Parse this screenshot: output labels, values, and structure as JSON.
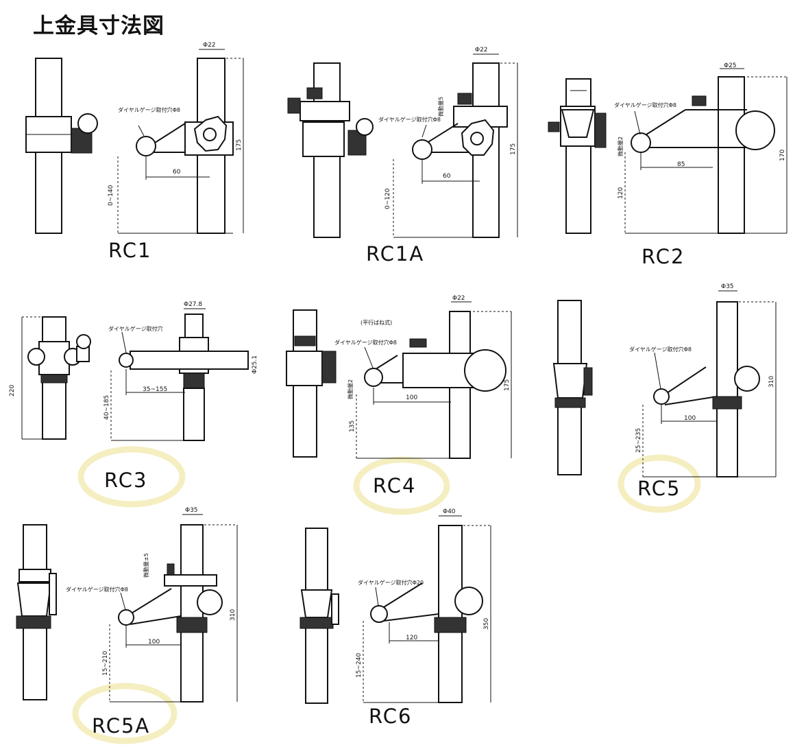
{
  "title": "上金具寸法図",
  "colors": {
    "line": "#111111",
    "highlight": "#f3eab0",
    "paper": "#ffffff"
  },
  "panels": {
    "rc1": {
      "model": "RC1",
      "dia": "Φ22",
      "note": "ダイヤルゲージ取付穴Φ8",
      "d_h": "60",
      "d_v": "0~140",
      "d_total": "175"
    },
    "rc1a": {
      "model": "RC1A",
      "dia": "Φ22",
      "note": "ダイヤルゲージ取付穴Φ8",
      "note2": "微動量5",
      "d_h": "60",
      "d_v": "0~120",
      "d_total": "175"
    },
    "rc2": {
      "model": "RC2",
      "dia": "Φ25",
      "note": "ダイヤルゲージ取付穴Φ8",
      "note2": "微動量2",
      "d_h": "85",
      "d_v": "120",
      "d_total": "170"
    },
    "rc3": {
      "model": "RC3",
      "dia": "Φ27.8",
      "dia2": "Φ25.1",
      "note": "ダイヤルゲージ取付穴",
      "d_h": "35~155",
      "d_v": "40~185",
      "d_total": "220"
    },
    "rc4": {
      "model": "RC4",
      "dia": "Φ22",
      "note": "ダイヤルゲージ取付穴Φ8",
      "note2": "微動量2",
      "spring": "(平行ばね式)",
      "d_h": "100",
      "d_v": "135",
      "d_total": "175"
    },
    "rc5": {
      "model": "RC5",
      "dia": "Φ35",
      "note": "ダイヤルゲージ取付穴Φ8",
      "d_h": "100",
      "d_v": "25~235",
      "d_total": "310"
    },
    "rc5a": {
      "model": "RC5A",
      "dia": "Φ35",
      "note": "ダイヤルゲージ取付穴Φ8",
      "note2": "微動量±5",
      "d_h": "100",
      "d_v": "15~210",
      "d_total": "310"
    },
    "rc6": {
      "model": "RC6",
      "dia": "Φ40",
      "note": "ダイヤルゲージ取付穴Φ20",
      "d_h": "120",
      "d_v": "15~240",
      "d_total": "350"
    }
  }
}
